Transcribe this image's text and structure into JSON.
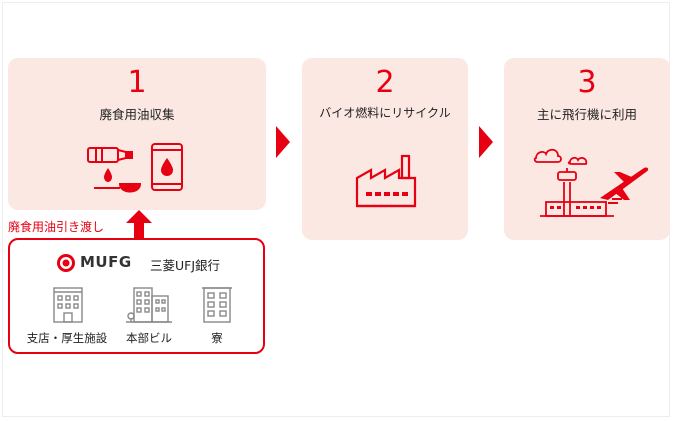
{
  "steps": [
    {
      "number": "1",
      "title": "廃食用油収集"
    },
    {
      "number": "2",
      "title": "バイオ燃料にリサイクル"
    },
    {
      "number": "3",
      "title": "主に飛行機に利用"
    }
  ],
  "handover": {
    "label": "廃食用油引き渡し"
  },
  "bank": {
    "logo_text": "MUFG",
    "name": "三菱UFJ銀行",
    "buildings": [
      "支店・厚生施設",
      "本部ビル",
      "寮"
    ]
  },
  "colors": {
    "accent": "#e60012",
    "card_bg": "#fbe8e3"
  }
}
